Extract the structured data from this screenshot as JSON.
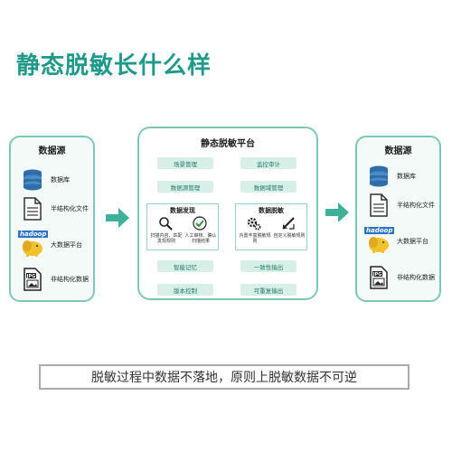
{
  "title": "静态脱敏长什么样",
  "left_panel": {
    "title": "数据源",
    "items": [
      {
        "label": "数据库",
        "icon": "database-icon"
      },
      {
        "label": "半结构化文件",
        "icon": "document-icon"
      },
      {
        "label": "大数据平台",
        "icon": "hadoop-elephant-icon",
        "logo_text": "hadoop"
      },
      {
        "label": "非结构化数据",
        "icon": "jpg-file-icon",
        "icon_text": "JPG"
      }
    ]
  },
  "right_panel": {
    "title": "数据源",
    "items": [
      {
        "label": "数据库",
        "icon": "database-icon"
      },
      {
        "label": "半结构化文件",
        "icon": "document-icon"
      },
      {
        "label": "大数据平台",
        "icon": "hadoop-elephant-icon",
        "logo_text": "hadoop"
      },
      {
        "label": "非结构化数据",
        "icon": "jpg-file-icon",
        "icon_text": "JPG"
      }
    ]
  },
  "platform": {
    "title": "静态脱敏平台",
    "top_left": [
      "场景管理",
      "数据源管理"
    ],
    "top_right": [
      "监控审计",
      "数据域管理"
    ],
    "discovery": {
      "title": "数据发现",
      "items": [
        "扫描内容、匹配发现规则",
        "人工审核、确认扫描结果"
      ]
    },
    "masking": {
      "title": "数据脱敏",
      "items": [
        "内置丰富脱敏规则",
        "自定义脱敏规则"
      ]
    },
    "bottom_left": [
      "智能记忆",
      "版本控制"
    ],
    "bottom_right": [
      "一致性输出",
      "可重复输出"
    ]
  },
  "note": "脱敏过程中数据不落地，原则上脱敏数据不可逆",
  "colors": {
    "accent": "#1f9a8a",
    "panel_border": "#7cc8b8",
    "pill_bg": "#d8efe8",
    "arrow": "#3fb09a"
  }
}
